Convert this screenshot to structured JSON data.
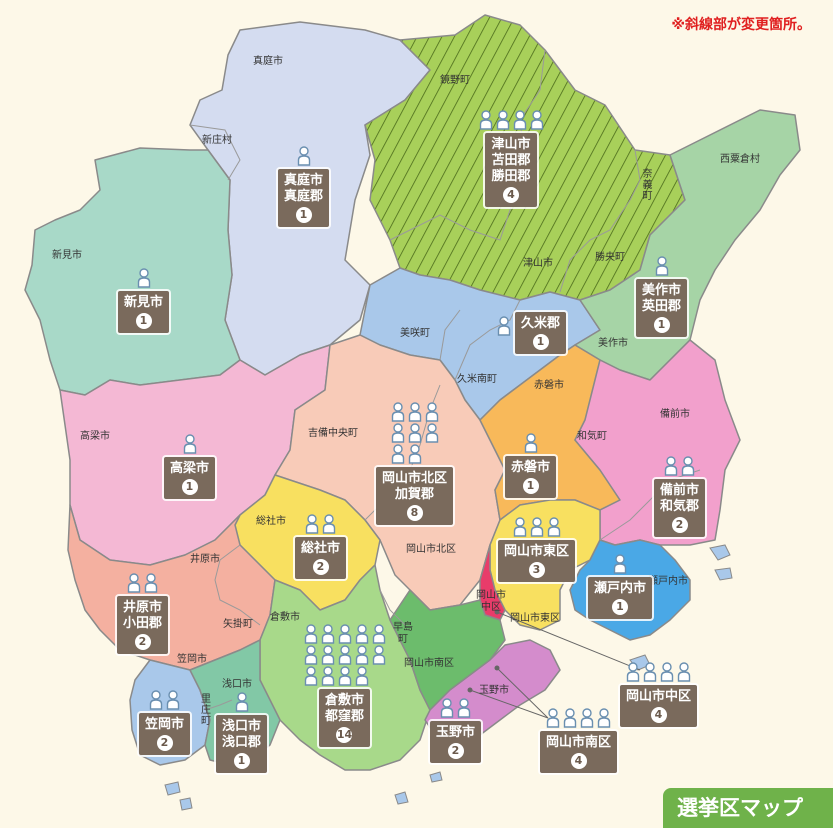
{
  "note": "※斜線部が変更箇所。",
  "map_title": "選挙区マップ",
  "colors": {
    "background": "#fdf8e8",
    "changed_area": "#a8d05a",
    "changed_border": "#e0201e",
    "label_box": "#7a6a5c"
  },
  "districts": [
    {
      "id": "maniwa",
      "name": "真庭市\n真庭郡",
      "seats_label": "1",
      "seats": 1
    },
    {
      "id": "tsuyama",
      "name": "津山市\n苫田郡\n勝田郡",
      "seats_label": "4",
      "seats": 4
    },
    {
      "id": "niimi",
      "name": "新見市",
      "seats_label": "1",
      "seats": 1
    },
    {
      "id": "kume",
      "name": "久米郡",
      "seats_label": "1",
      "seats": 1
    },
    {
      "id": "mimasaka",
      "name": "美作市\n英田郡",
      "seats_label": "1",
      "seats": 1
    },
    {
      "id": "takahashi",
      "name": "高梁市",
      "seats_label": "1",
      "seats": 1
    },
    {
      "id": "kita",
      "name": "岡山市北区\n加賀郡",
      "seats_label": "8",
      "seats": 8
    },
    {
      "id": "akaiwa",
      "name": "赤磐市",
      "seats_label": "1",
      "seats": 1
    },
    {
      "id": "bizen",
      "name": "備前市\n和気郡",
      "seats_label": "2",
      "seats": 2
    },
    {
      "id": "soja",
      "name": "総社市",
      "seats_label": "2",
      "seats": 2
    },
    {
      "id": "higashi",
      "name": "岡山市東区",
      "seats_label": "3",
      "seats": 3
    },
    {
      "id": "ibara",
      "name": "井原市\n小田郡",
      "seats_label": "2",
      "seats": 2
    },
    {
      "id": "setouchi",
      "name": "瀬戸内市",
      "seats_label": "1",
      "seats": 1
    },
    {
      "id": "naka",
      "name": "岡山市中区",
      "seats_label": "4",
      "seats": 4
    },
    {
      "id": "kurashiki",
      "name": "倉敷市\n都窪郡",
      "seats_label": "14",
      "seats": 14
    },
    {
      "id": "kasaoka",
      "name": "笠岡市",
      "seats_label": "2",
      "seats": 2
    },
    {
      "id": "asakuchi",
      "name": "浅口市\n浅口郡",
      "seats_label": "1",
      "seats": 1
    },
    {
      "id": "tamano",
      "name": "玉野市",
      "seats_label": "2",
      "seats": 2
    },
    {
      "id": "minami",
      "name": "岡山市南区",
      "seats_label": "4",
      "seats": 4
    }
  ],
  "municipality_labels": [
    "真庭市",
    "新庄村",
    "鏡野町",
    "西粟倉村",
    "奈義町",
    "新見市",
    "津山市",
    "勝央町",
    "美咲町",
    "美作市",
    "久米南町",
    "赤磐市",
    "高梁市",
    "吉備中央町",
    "和気町",
    "備前市",
    "総社市",
    "井原市",
    "岡山市北区",
    "瀬戸内市",
    "岡山市中区",
    "岡山市東区",
    "矢掛町",
    "倉敷市",
    "早島町",
    "笠岡市",
    "岡山市南区",
    "浅口市",
    "里庄町",
    "玉野市"
  ]
}
